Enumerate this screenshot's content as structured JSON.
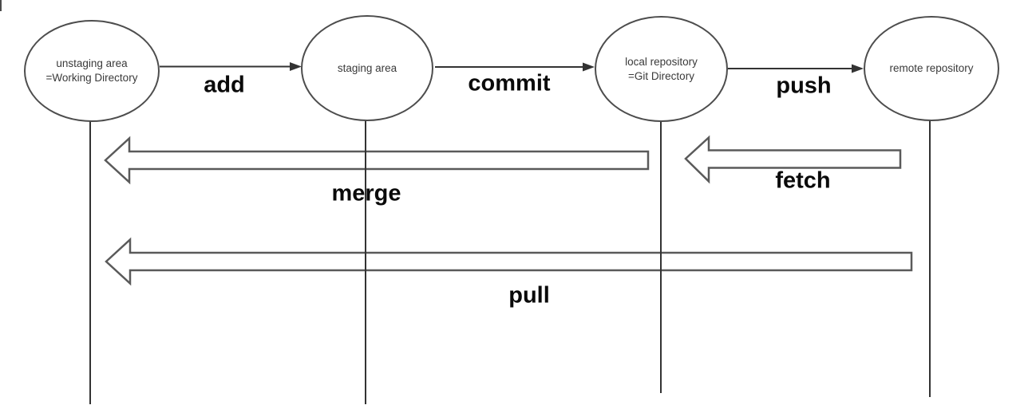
{
  "diagram": {
    "nodes": [
      {
        "id": "unstaging-area",
        "line1": "unstaging area",
        "line2": "=Working Directory"
      },
      {
        "id": "staging-area",
        "line1": "staging area",
        "line2": ""
      },
      {
        "id": "local-repository",
        "line1": "local repository",
        "line2": "=Git Directory"
      },
      {
        "id": "remote-repository",
        "line1": "remote repository",
        "line2": ""
      }
    ],
    "actions": {
      "add": "add",
      "commit": "commit",
      "push": "push",
      "merge": "merge",
      "fetch": "fetch",
      "pull": "pull"
    },
    "colors": {
      "node_border": "#4d4d4d",
      "lifeline": "#333333",
      "hollow_arrow_border": "#5a5a5a",
      "hollow_arrow_fill": "#ffffff",
      "label_text": "#0a0a0a",
      "node_text": "#3a3a3a",
      "background": "#ffffff"
    }
  }
}
